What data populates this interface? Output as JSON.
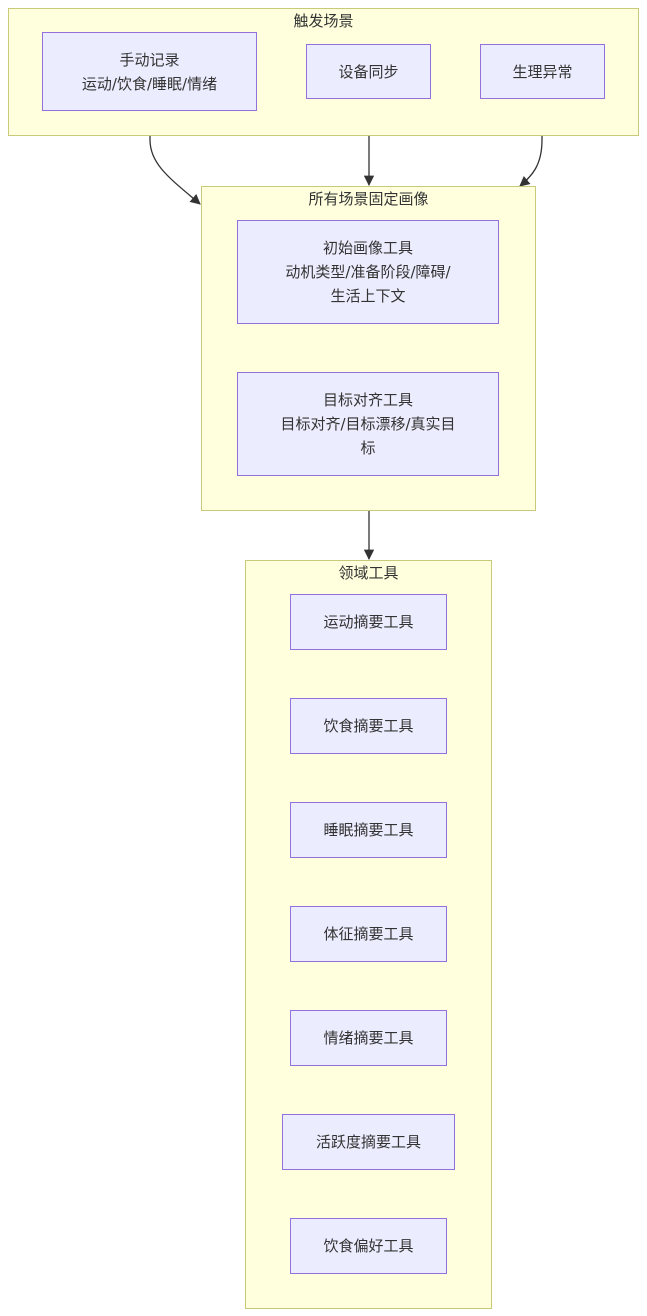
{
  "clusters": {
    "triggers": {
      "title": "触发场景"
    },
    "profile": {
      "title": "所有场景固定画像"
    },
    "domain": {
      "title": "领域工具"
    }
  },
  "nodes": {
    "manual": {
      "lines": [
        "手动记录",
        "运动/饮食/睡眠/情绪"
      ]
    },
    "device": {
      "lines": [
        "设备同步"
      ]
    },
    "anomaly": {
      "lines": [
        "生理异常"
      ]
    },
    "initial_profile": {
      "lines": [
        "初始画像工具",
        "动机类型/准备阶段/障碍/",
        "生活上下文"
      ]
    },
    "goal_align": {
      "lines": [
        "目标对齐工具",
        "目标对齐/目标漂移/真实目",
        "标"
      ]
    },
    "exercise": {
      "lines": [
        "运动摘要工具"
      ]
    },
    "diet": {
      "lines": [
        "饮食摘要工具"
      ]
    },
    "sleep": {
      "lines": [
        "睡眠摘要工具"
      ]
    },
    "vitals": {
      "lines": [
        "体征摘要工具"
      ]
    },
    "mood": {
      "lines": [
        "情绪摘要工具"
      ]
    },
    "activity": {
      "lines": [
        "活跃度摘要工具"
      ]
    },
    "diet_pref": {
      "lines": [
        "饮食偏好工具"
      ]
    }
  },
  "colors": {
    "cluster_fill": "#ffffde",
    "cluster_stroke": "#c9c97a",
    "node_fill": "#ececff",
    "node_stroke": "#9370db",
    "edge": "#333333"
  }
}
